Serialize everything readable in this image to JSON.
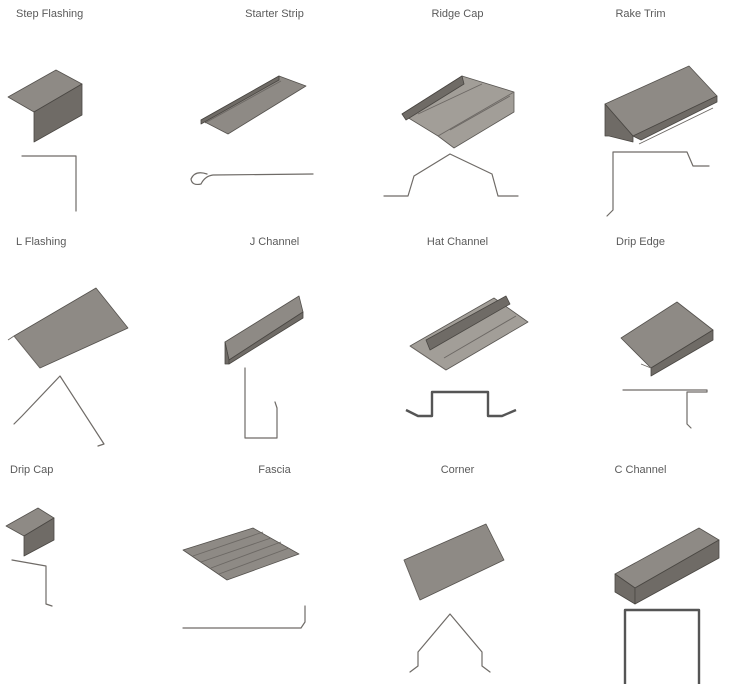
{
  "products": [
    {
      "name": "Step Flashing"
    },
    {
      "name": "Starter Strip"
    },
    {
      "name": "Ridge Cap"
    },
    {
      "name": "Rake Trim"
    },
    {
      "name": "L Flashing"
    },
    {
      "name": "J Channel"
    },
    {
      "name": "Hat Channel"
    },
    {
      "name": "Drip Edge"
    },
    {
      "name": "Drip Cap"
    },
    {
      "name": "Fascia"
    },
    {
      "name": "Corner"
    },
    {
      "name": "C Channel"
    }
  ]
}
